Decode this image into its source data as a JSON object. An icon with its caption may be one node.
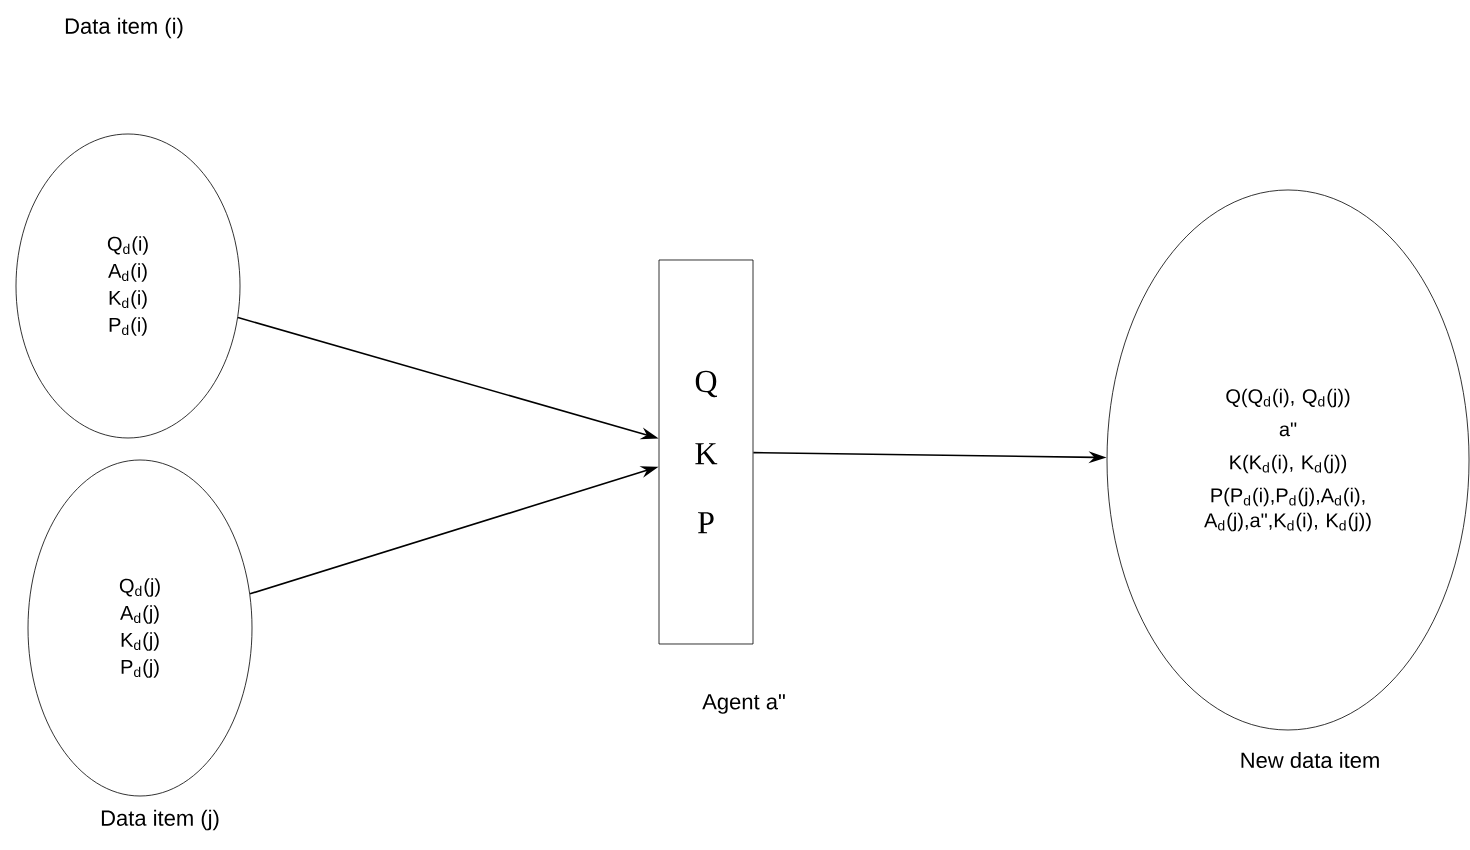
{
  "diagram": {
    "nodes": [
      {
        "text": [
          "Q$_{d}$(i)",
          "A$_{d}$(i)",
          "K$_{d}$(i)",
          "P$_{d}$(i)"
        ]
      },
      {
        "text": [
          "Q$_{d}$(j)",
          "A$_{d}$(j)",
          "K$_{d}$(j)",
          "P$_{d}$(j)"
        ]
      },
      {
        "text": [
          "Q",
          "K",
          "P"
        ]
      },
      {
        "text": [
          "Q(Q$_{d}$(i), Q$_{d}$(j))",
          "a\"",
          "K(K$_{d}$(i), K$_{d}$(j))",
          "P(P$_{d}$(i),P$_{d}$(j),A$_{d}$(i), A$_{d}$(j),a\",K$_{d}$(i), K$_{d}$(j))"
        ]
      }
    ],
    "edges": [
      {
        "from": 0,
        "to": 2,
        "arrow": "to"
      },
      {
        "from": 1,
        "to": 2,
        "arrow": "to"
      },
      {
        "from": 2,
        "to": 3,
        "arrow": "to"
      }
    ],
    "labels": [
      "Data item (i)",
      "Agent a\"",
      "New data item",
      "Data item (j)"
    ]
  }
}
